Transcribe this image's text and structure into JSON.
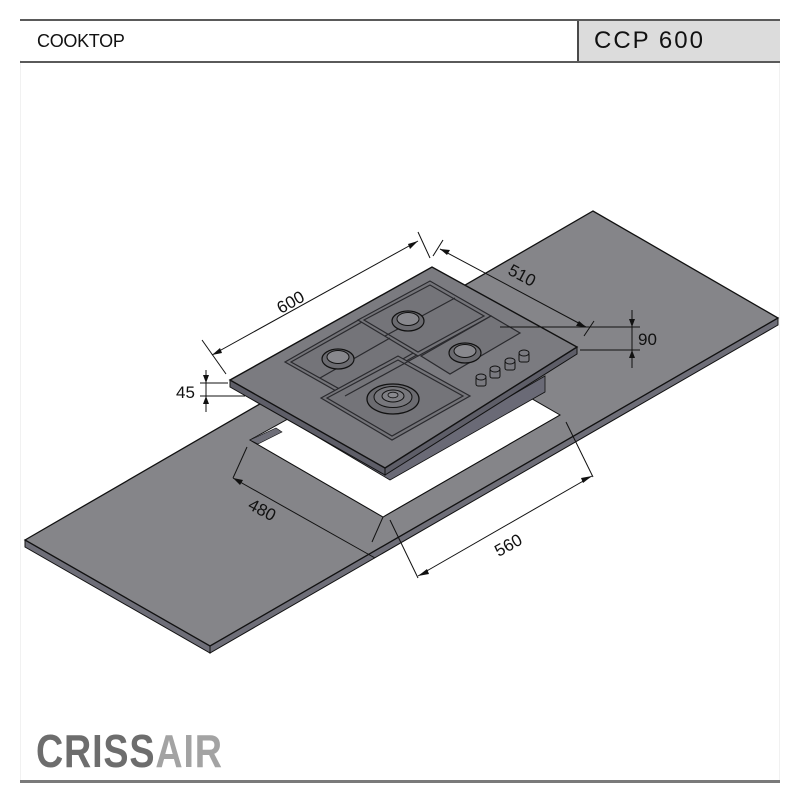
{
  "header": {
    "title": "COOKTOP",
    "model": "CCP 600"
  },
  "drawing": {
    "subject": "isometric built-in cooktop installation diagram",
    "colors": {
      "countertop": "#858589",
      "countertop_edge": "#6e6e78",
      "cooktop": "#7b7b80",
      "grate": "#6a6a70",
      "line": "#111111"
    },
    "dimensions": {
      "cooktop_width": "600",
      "cooktop_depth": "510",
      "cooktop_height_above": "45",
      "back_clearance": "90",
      "cutout_depth": "480",
      "cutout_width": "560"
    },
    "burners": [
      "rear-center burner",
      "left burner",
      "right burner",
      "front triple-ring wok burner"
    ],
    "knob_count": 4
  },
  "brand": {
    "part1": "CRISS",
    "part2": "AIR",
    "colors": {
      "part1": "#6d6d6d",
      "part2": "#a3a3a3"
    }
  }
}
